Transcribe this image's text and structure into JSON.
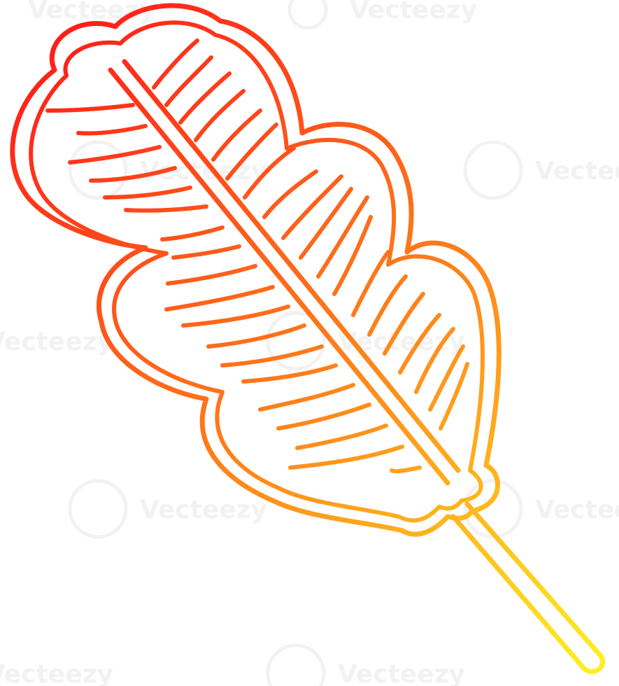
{
  "watermark": {
    "text": "Vecteezy",
    "color": "#f2f2f2"
  },
  "illustration": {
    "subject": "oak leaf",
    "style": "line art",
    "gradient": {
      "from": "#ff1a1a",
      "to": "#ffee22"
    }
  }
}
